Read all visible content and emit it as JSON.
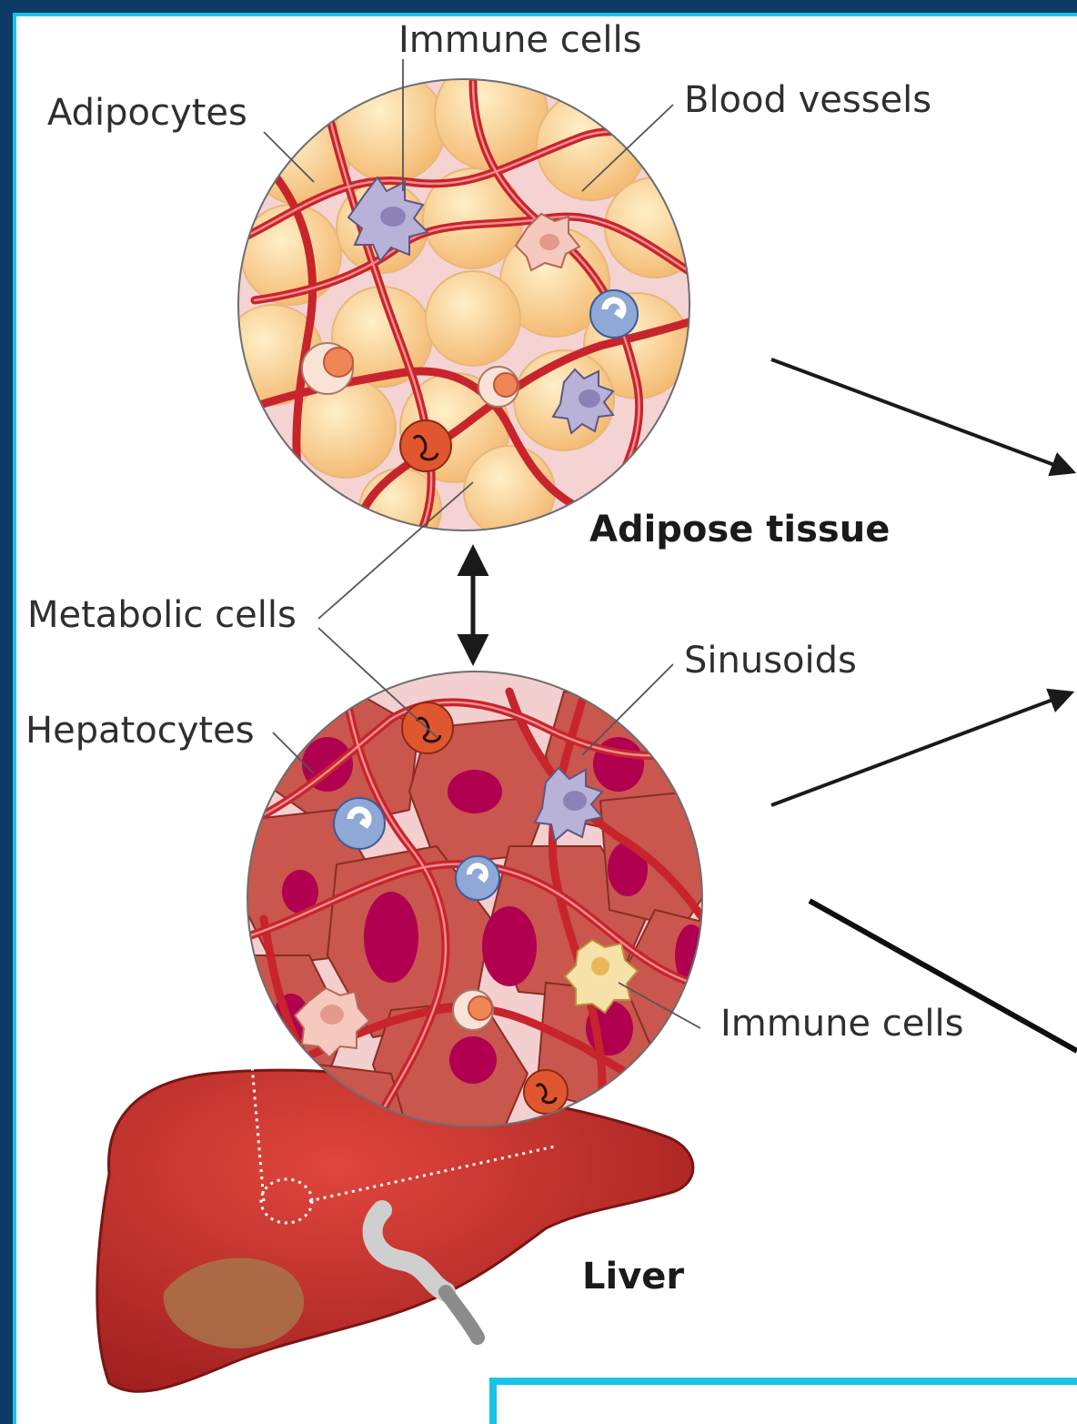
{
  "labels": {
    "immune_cells_top": "Immune cells",
    "adipocytes": "Adipocytes",
    "blood_vessels": "Blood vessels",
    "adipose_tissue": "Adipose tissue",
    "metabolic_cells": "Metabolic cells",
    "sinusoids": "Sinusoids",
    "hepatocytes": "Hepatocytes",
    "immune_cells_bottom": "Immune cells",
    "liver": "Liver"
  },
  "colors": {
    "frame": "#0d3b66",
    "frame_border": "#19c3e6",
    "adipocyte": "#f8cf8f",
    "vessel": "#d9343c",
    "hepatocyte": "#c9574d",
    "nucleus": "#b1004f",
    "liver": "#c8302c"
  }
}
